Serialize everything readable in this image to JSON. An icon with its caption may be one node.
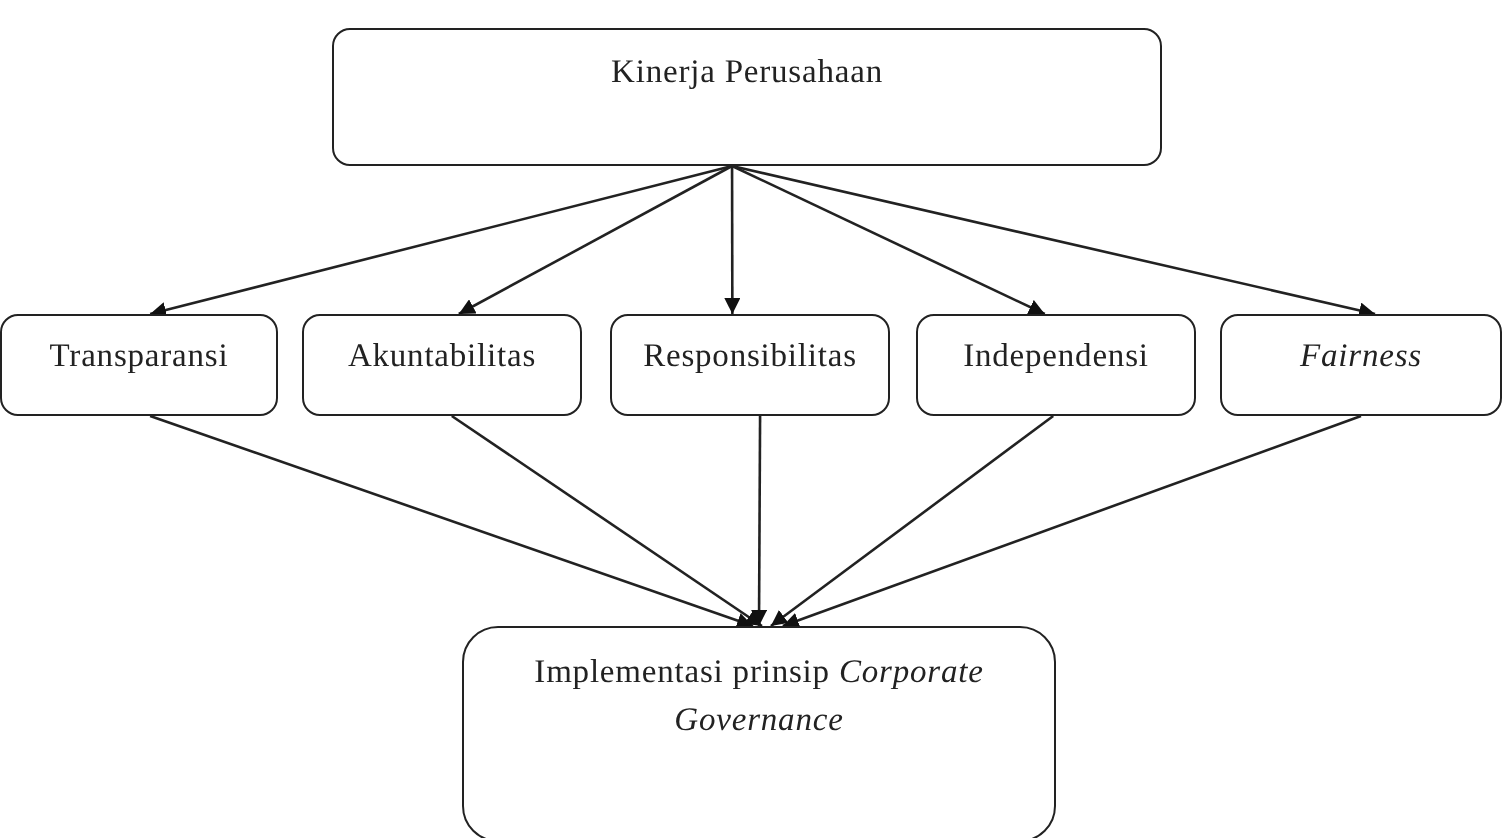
{
  "diagram": {
    "nodes": [
      {
        "text": [
          "Kinerja Perusahaan"
        ]
      },
      {
        "text": [
          "Transparansi"
        ]
      },
      {
        "text": [
          "Akuntabilitas"
        ]
      },
      {
        "text": [
          "Responsibilitas"
        ]
      },
      {
        "text": [
          "Independensi"
        ]
      },
      {
        "text": [
          "Fairness"
        ]
      },
      {
        "text": [
          "Implementasi prinsip *Corporate Governance*"
        ]
      }
    ],
    "edges": [
      {
        "from": 0,
        "to": 1,
        "arrow": "to"
      },
      {
        "from": 0,
        "to": 2,
        "arrow": "to"
      },
      {
        "from": 0,
        "to": 3,
        "arrow": "to"
      },
      {
        "from": 0,
        "to": 4,
        "arrow": "to"
      },
      {
        "from": 0,
        "to": 5,
        "arrow": "to"
      },
      {
        "from": 1,
        "to": 6,
        "arrow": "to"
      },
      {
        "from": 2,
        "to": 6,
        "arrow": "to"
      },
      {
        "from": 3,
        "to": 6,
        "arrow": "to"
      },
      {
        "from": 4,
        "to": 6,
        "arrow": "to"
      },
      {
        "from": 5,
        "to": 6,
        "arrow": "to"
      }
    ]
  }
}
